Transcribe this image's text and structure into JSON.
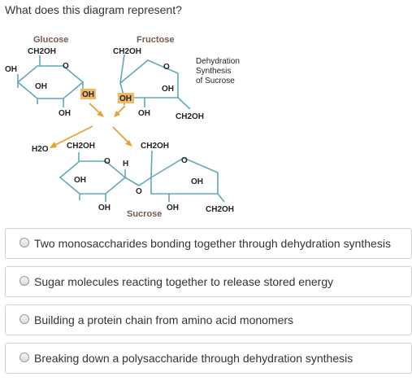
{
  "question": {
    "text": "What does this diagram represent?"
  },
  "diagram": {
    "glucose_title": "Glucose",
    "fructose_title": "Fructose",
    "sucrose_title": "Sucrose",
    "ch2oh": "CH2OH",
    "oh": "OH",
    "o": "O",
    "h": "H",
    "h2o": "H2O",
    "note_line1": "Dehydration",
    "note_line2": "Synthesis",
    "note_line3": "of Sucrose",
    "colors": {
      "ring": "#5fa8b8",
      "arrow": "#e8a030",
      "highlight": "#f0b860",
      "title": "#7a5a4a"
    }
  },
  "options": [
    {
      "label": "Two monosaccharides bonding together through dehydration synthesis"
    },
    {
      "label": "Sugar molecules reacting together to release stored energy"
    },
    {
      "label": "Building a protein chain from amino acid monomers"
    },
    {
      "label": "Breaking down a polysaccharide through dehydration synthesis"
    }
  ]
}
